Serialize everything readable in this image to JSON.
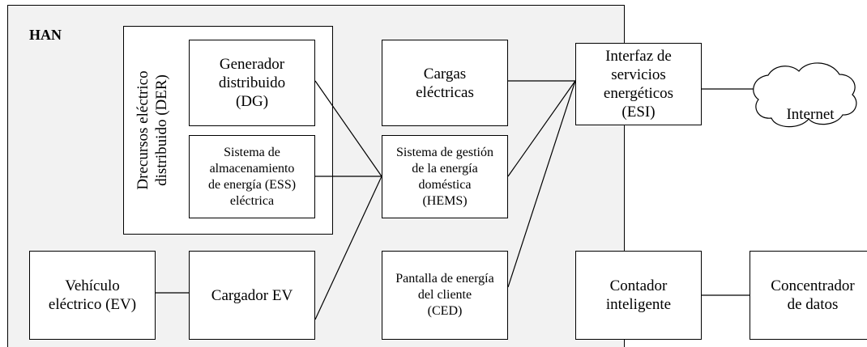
{
  "han": {
    "label": "HAN"
  },
  "der": {
    "label": "Drecursos eléctrico\ndistribuido (DER)"
  },
  "boxes": {
    "generador": "Generador\ndistribuido\n(DG)",
    "ess": "Sistema de\nalmacenamiento\nde energía (ESS)\neléctrica",
    "cargas": "Cargas\neléctricas",
    "hems": "Sistema de gestión\nde la energía\ndoméstica\n(HEMS)",
    "ced": "Pantalla de energía\ndel cliente\n(CED)",
    "vehiculo": "Vehículo\neléctrico  (EV)",
    "cargador": "Cargador EV",
    "esi": "Interfaz de\nservicios\nenergéticos\n(ESI)",
    "contador": "Contador\ninteligente",
    "concentrador": "Concentrador\nde datos"
  },
  "cloud": {
    "label": "Internet"
  },
  "colors": {
    "han_background": "#f2f2f2",
    "box_fill": "#ffffff",
    "stroke": "#000000"
  }
}
